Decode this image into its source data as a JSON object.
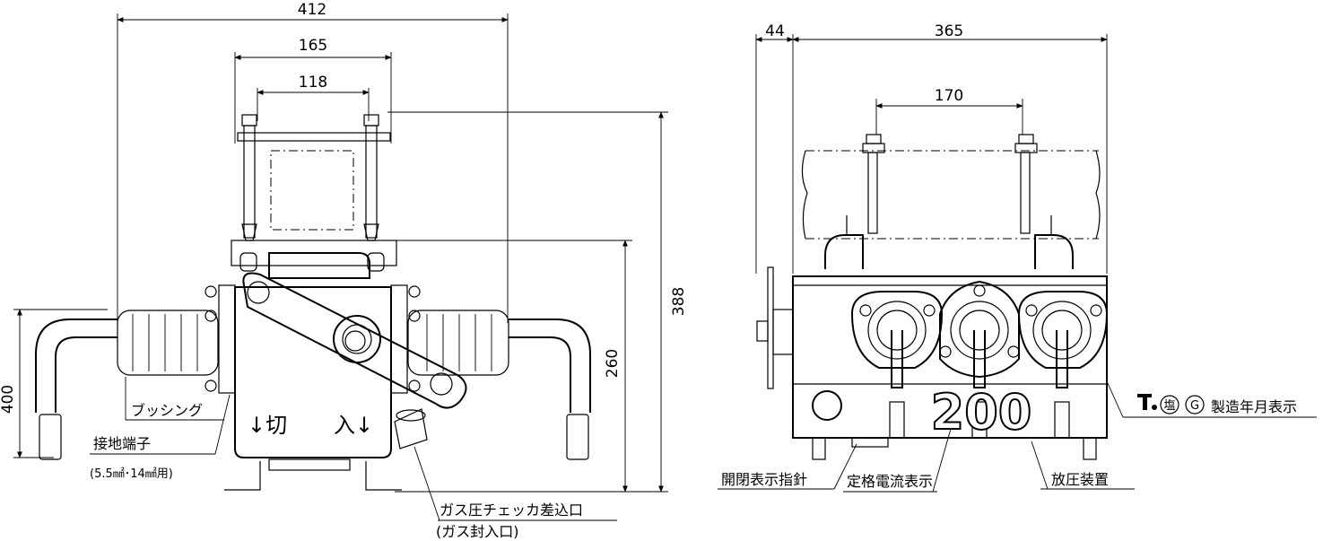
{
  "dimensions": {
    "front_overall_width": "412",
    "front_top_width": "165",
    "front_bolt_pitch": "118",
    "front_total_height": "388",
    "front_body_height": "260",
    "front_lead_height": "400",
    "side_offset": "44",
    "side_width": "365",
    "side_bolt_pitch": "170"
  },
  "labels": {
    "bushing": "ブッシング",
    "ground_terminal": "接地端子",
    "ground_terminal_spec": "(5.5㎟･14㎟用)",
    "gas_port": "ガス圧チェッカ差込口",
    "gas_port_sub": "(ガス封入口)",
    "open_close_indicator": "開閉表示指針",
    "rated_current": "定格電流表示",
    "pressure_relief": "放圧装置",
    "manufacture_date": "製造年月表示"
  },
  "panel_text": {
    "off": "↓切",
    "on": "入↓",
    "rated_current_value": "200"
  },
  "marks": {
    "badge_1": "塩",
    "badge_2": "G"
  }
}
